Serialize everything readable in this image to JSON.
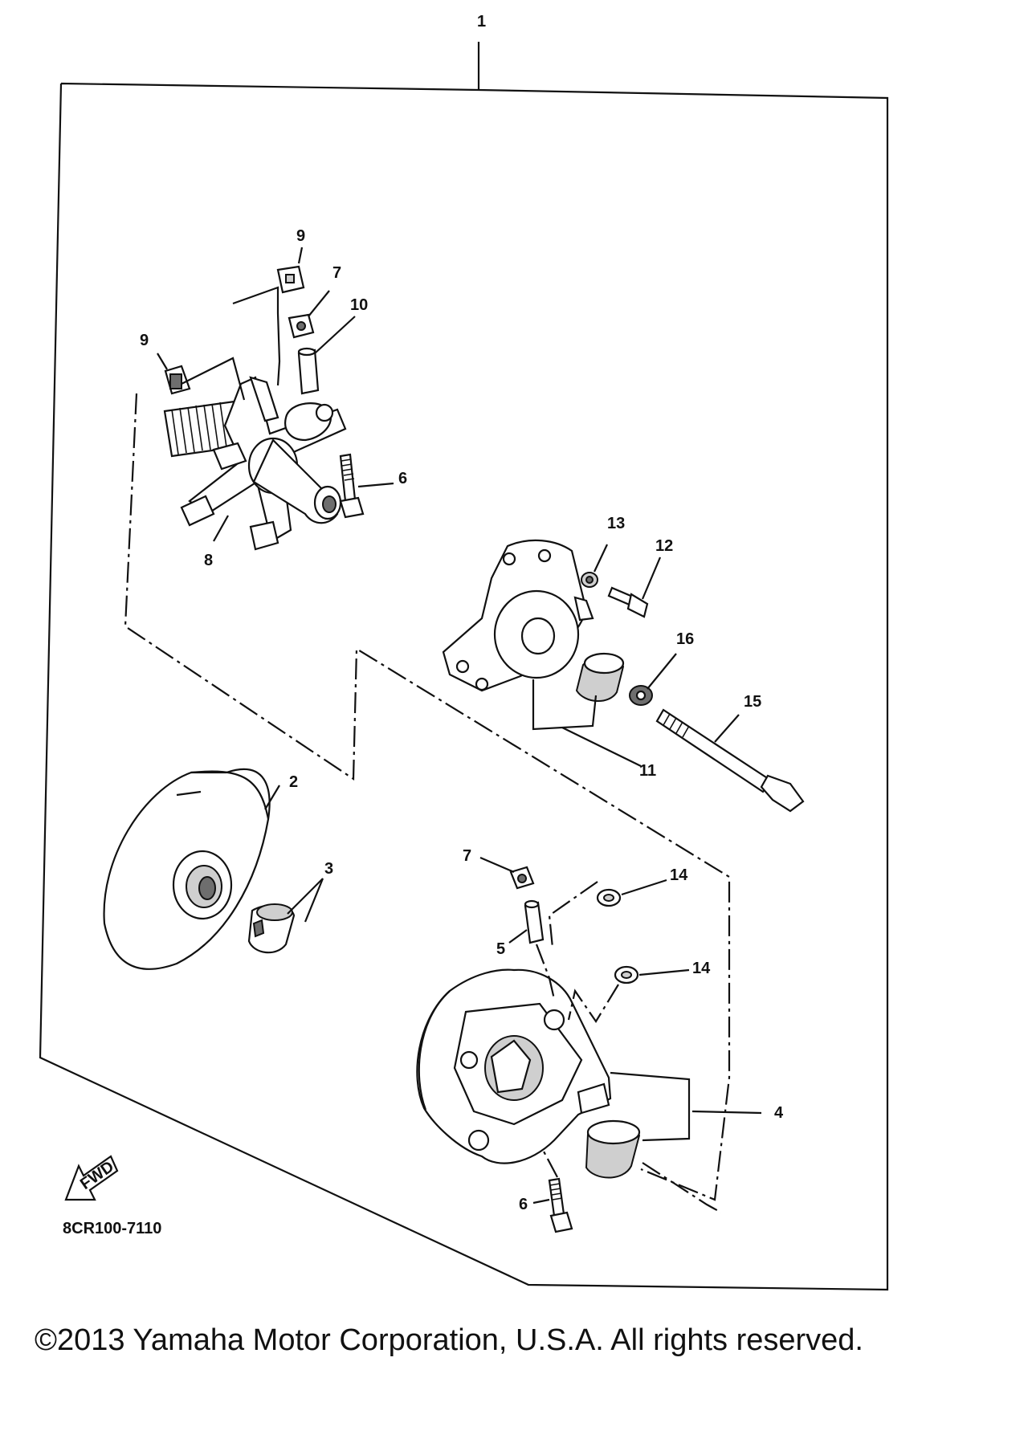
{
  "diagram": {
    "assembly_callout": "1",
    "diagram_code": "8CR100-7110",
    "fwd_arrow_text": "FWD",
    "callouts": {
      "c2": "2",
      "c3": "3",
      "c4": "4",
      "c5": "5",
      "c6_upper": "6",
      "c6_lower": "6",
      "c7_upper": "7",
      "c7_lower": "7",
      "c8": "8",
      "c9_upper": "9",
      "c9_left": "9",
      "c10": "10",
      "c11": "11",
      "c12": "12",
      "c13": "13",
      "c14_upper": "14",
      "c14_lower": "14",
      "c15": "15",
      "c16": "16"
    }
  },
  "footer": {
    "copyright": "©2013 Yamaha Motor Corporation, U.S.A. All rights reserved."
  }
}
